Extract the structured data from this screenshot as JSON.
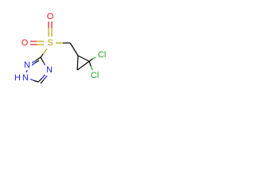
{
  "molecule": {
    "atoms": {
      "oxygen_top": "O",
      "oxygen_left": "O",
      "sulfur": "S",
      "nitrogen_ring_right": "N",
      "nitrogen_ring_left": "N",
      "nh_ring": "N",
      "nh_hydrogen": "H",
      "chlorine_top": "Cl",
      "chlorine_bottom": "Cl"
    },
    "colors": {
      "oxygen": "#e31b1b",
      "sulfur": "#b8a000",
      "nitrogen": "#1f1fe6",
      "chlorine": "#1aa31a",
      "carbon": "#000000"
    }
  }
}
